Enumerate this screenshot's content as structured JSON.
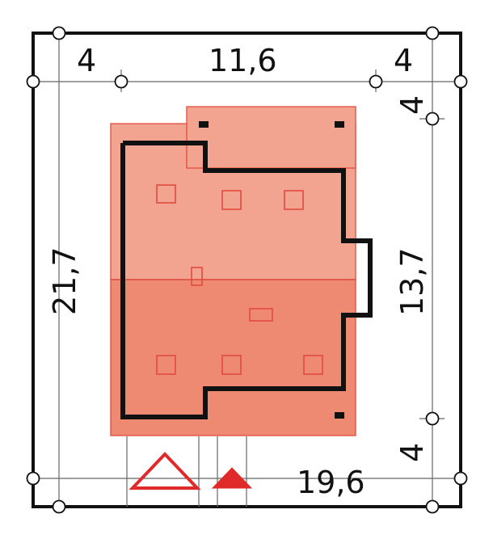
{
  "plan": {
    "dimensions": {
      "top_left_setback": "4",
      "top_width": "11,6",
      "top_right_setback": "4",
      "right_top_setback": "4",
      "left_height": "21,7",
      "right_height": "13,7",
      "right_bottom_setback": "4",
      "bottom_width": "19,6"
    },
    "colors": {
      "boundary": "#111111",
      "roof_light": "#f2a490",
      "roof_dark": "#ee8a72",
      "roof_outline": "#e14a3d",
      "marker_red": "#e02a2a",
      "thin_line": "#666666",
      "text": "#111111"
    }
  }
}
